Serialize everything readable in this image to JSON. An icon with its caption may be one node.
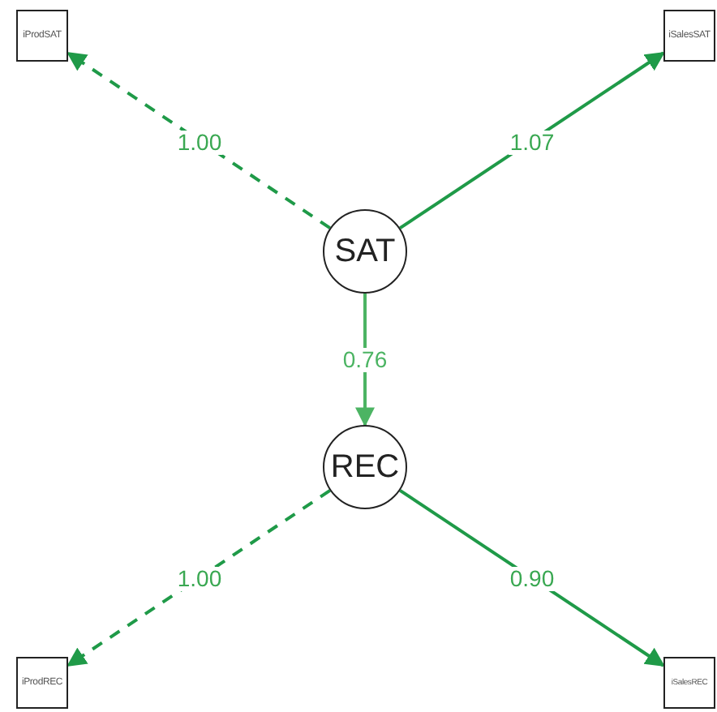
{
  "diagram": {
    "nodes": [
      {
        "text": [
          "iProdSAT"
        ]
      },
      {
        "text": [
          "iSalesSAT"
        ]
      },
      {
        "text": [
          "SAT"
        ]
      },
      {
        "text": [
          "REC"
        ]
      },
      {
        "text": [
          "iProdREC"
        ]
      },
      {
        "text": [
          "iSalesREC"
        ]
      }
    ],
    "edges": [
      {
        "from": 2,
        "to": 0,
        "arrow": "to",
        "label": "1.00",
        "style": "dashed"
      },
      {
        "from": 2,
        "to": 1,
        "arrow": "to",
        "label": "1.07"
      },
      {
        "from": 2,
        "to": 3,
        "arrow": "to",
        "label": "0.76",
        "color": "#4cb463"
      },
      {
        "from": 3,
        "to": 4,
        "arrow": "to",
        "label": "1.00",
        "style": "dashed"
      },
      {
        "from": 3,
        "to": 5,
        "arrow": "to",
        "label": "0.90"
      }
    ]
  }
}
